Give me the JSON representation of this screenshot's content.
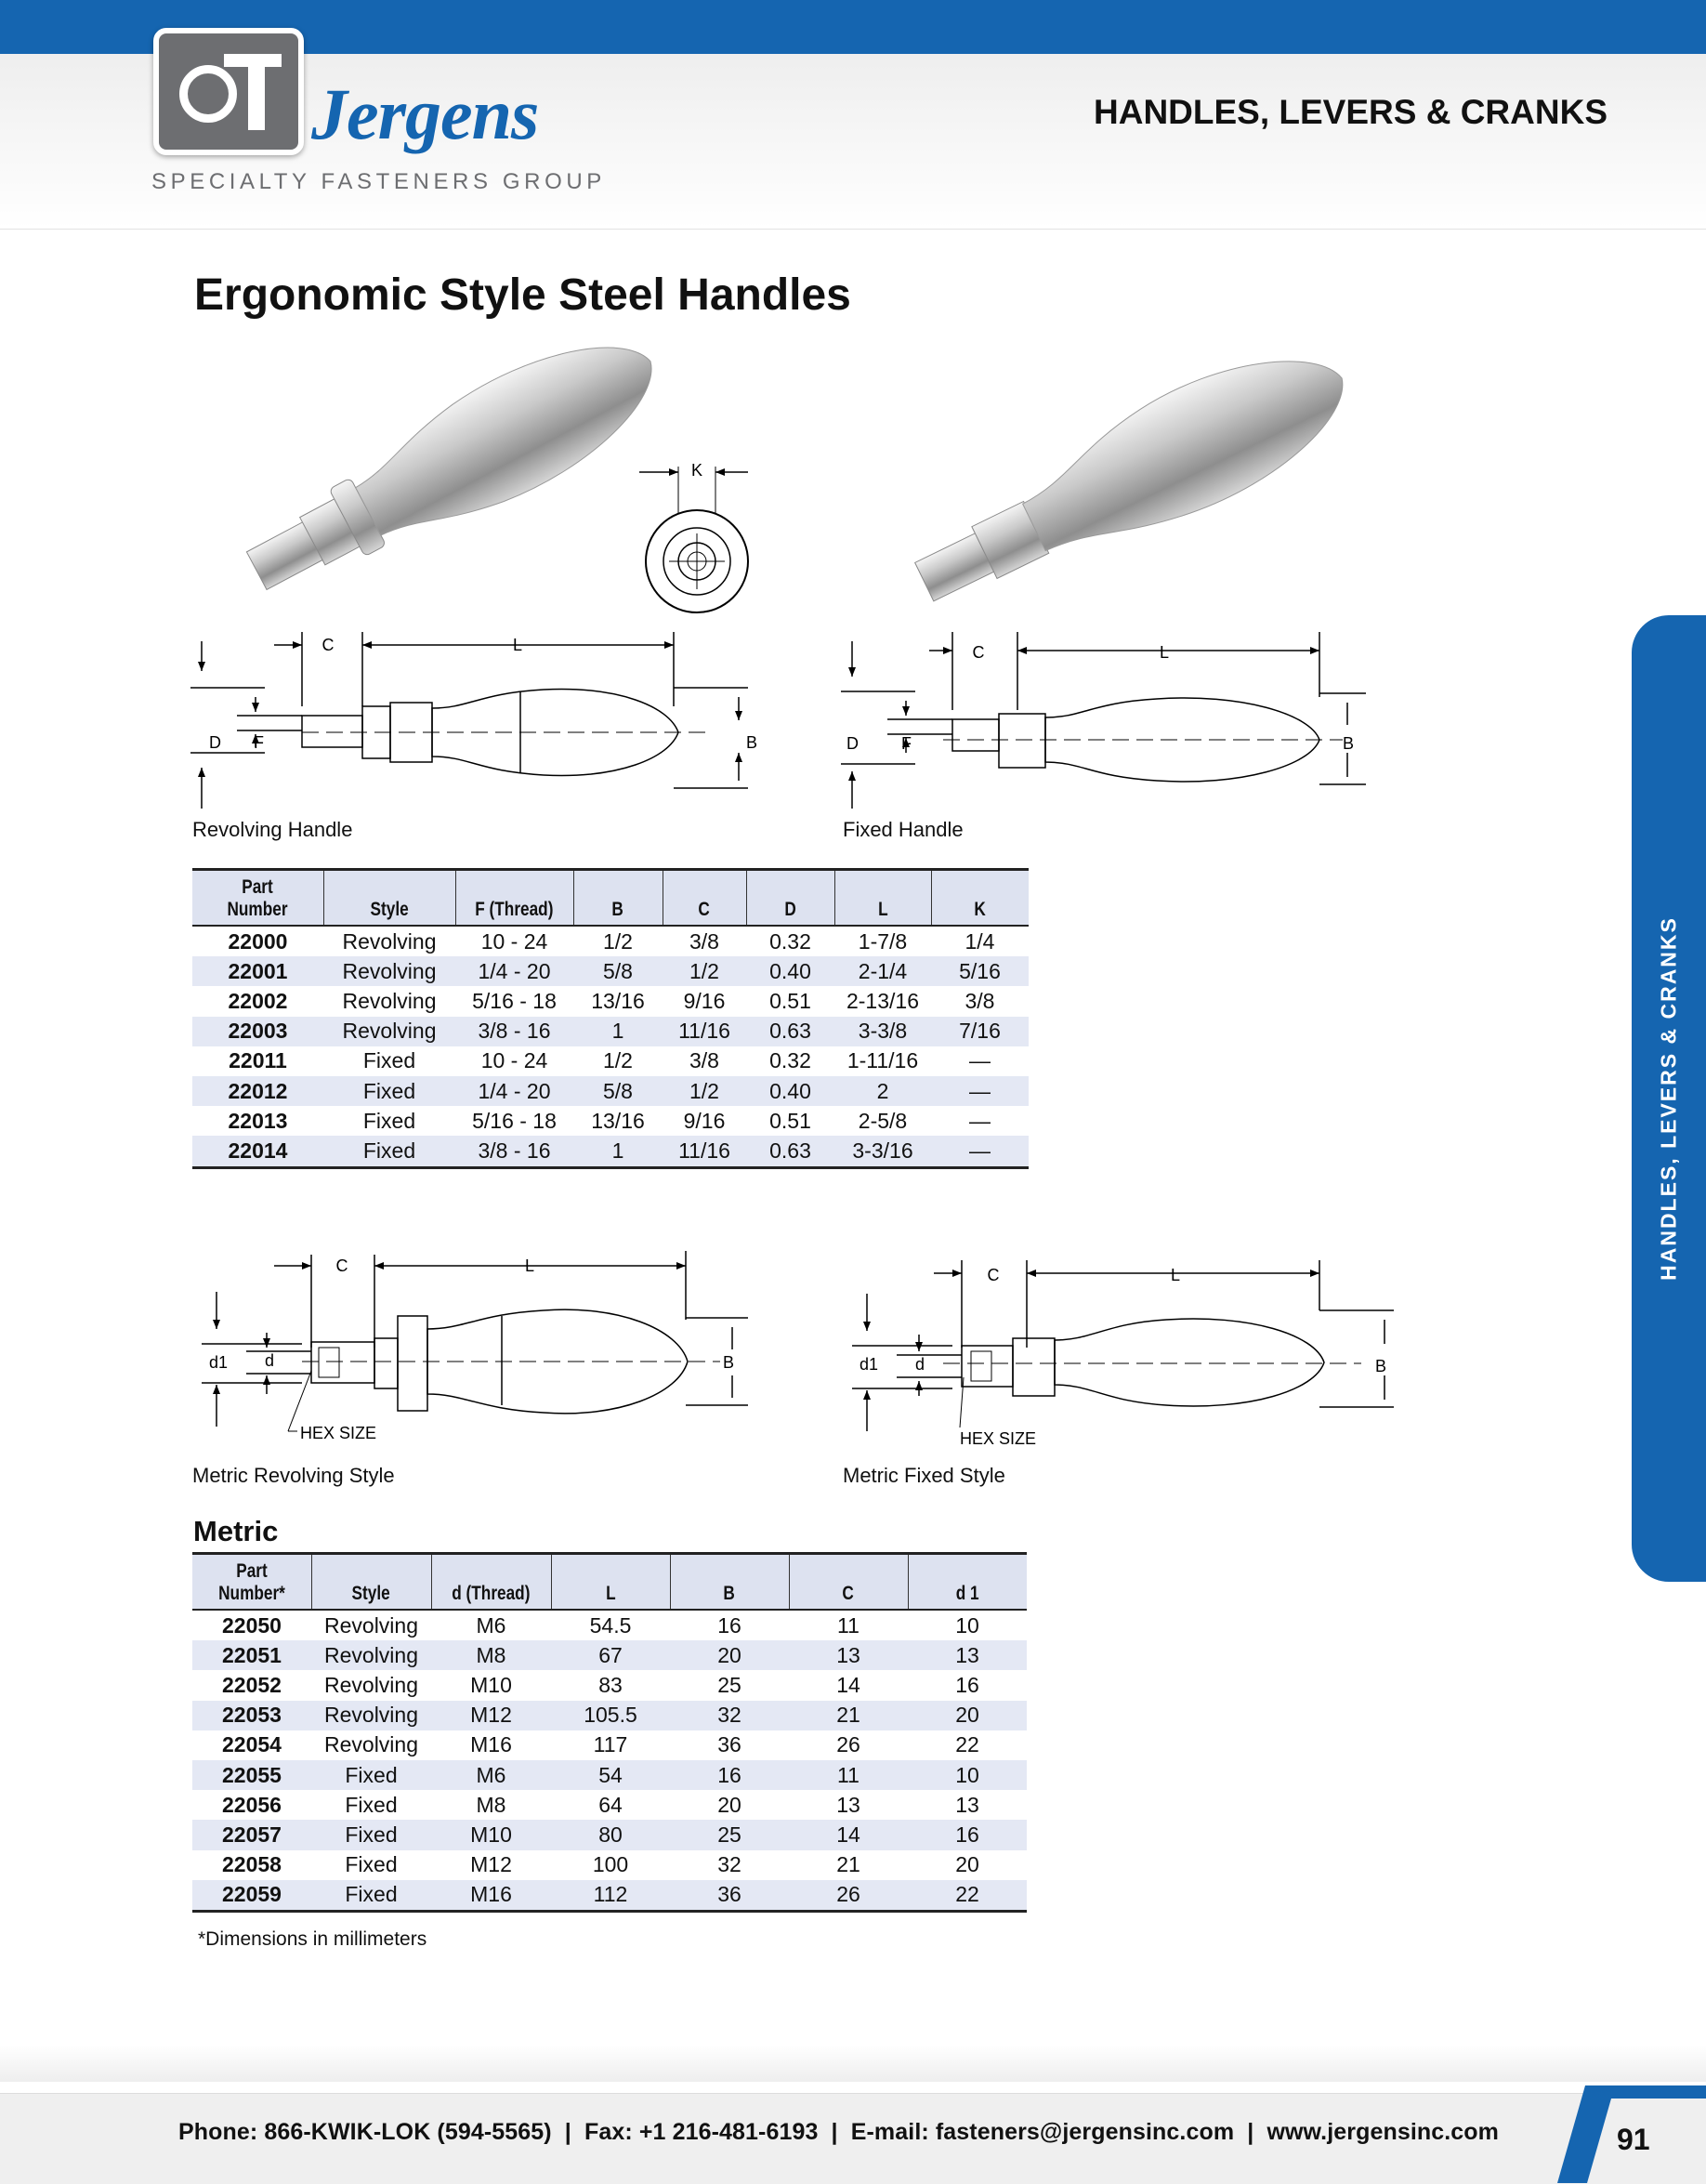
{
  "header": {
    "brand_name": "Jergens",
    "brand_sub": "SPECIALTY FASTENERS GROUP",
    "section_title": "HANDLES, LEVERS & CRANKS",
    "side_tab": "HANDLES, LEVERS & CRANKS"
  },
  "title": "Ergonomic Style Steel Handles",
  "diagrams": {
    "top_labels": {
      "K": "K",
      "C": "C",
      "L": "L",
      "D": "D",
      "F": "F",
      "B": "B"
    },
    "metric_labels": {
      "C": "C",
      "L": "L",
      "d1": "d1",
      "d": "d",
      "B": "B",
      "hex": "HEX SIZE"
    },
    "captions": {
      "revolving": "Revolving Handle",
      "fixed": "Fixed Handle",
      "metric_revolving": "Metric Revolving Style",
      "metric_fixed": "Metric Fixed Style"
    }
  },
  "inch_table": {
    "headers": [
      "Part Number",
      "Style",
      "F (Thread)",
      "B",
      "C",
      "D",
      "L",
      "K"
    ],
    "rows": [
      [
        "22000",
        "Revolving",
        "10 - 24",
        "1/2",
        "3/8",
        "0.32",
        "1-7/8",
        "1/4"
      ],
      [
        "22001",
        "Revolving",
        "1/4 - 20",
        "5/8",
        "1/2",
        "0.40",
        "2-1/4",
        "5/16"
      ],
      [
        "22002",
        "Revolving",
        "5/16 - 18",
        "13/16",
        "9/16",
        "0.51",
        "2-13/16",
        "3/8"
      ],
      [
        "22003",
        "Revolving",
        "3/8 - 16",
        "1",
        "11/16",
        "0.63",
        "3-3/8",
        "7/16"
      ],
      [
        "22011",
        "Fixed",
        "10 - 24",
        "1/2",
        "3/8",
        "0.32",
        "1-11/16",
        "—"
      ],
      [
        "22012",
        "Fixed",
        "1/4 - 20",
        "5/8",
        "1/2",
        "0.40",
        "2",
        "—"
      ],
      [
        "22013",
        "Fixed",
        "5/16 - 18",
        "13/16",
        "9/16",
        "0.51",
        "2-5/8",
        "—"
      ],
      [
        "22014",
        "Fixed",
        "3/8 - 16",
        "1",
        "11/16",
        "0.63",
        "3-3/16",
        "—"
      ]
    ]
  },
  "metric_heading": "Metric",
  "metric_table": {
    "headers": [
      "Part Number*",
      "Style",
      "d (Thread)",
      "L",
      "B",
      "C",
      "d 1"
    ],
    "rows": [
      [
        "22050",
        "Revolving",
        "M6",
        "54.5",
        "16",
        "11",
        "10"
      ],
      [
        "22051",
        "Revolving",
        "M8",
        "67",
        "20",
        "13",
        "13"
      ],
      [
        "22052",
        "Revolving",
        "M10",
        "83",
        "25",
        "14",
        "16"
      ],
      [
        "22053",
        "Revolving",
        "M12",
        "105.5",
        "32",
        "21",
        "20"
      ],
      [
        "22054",
        "Revolving",
        "M16",
        "117",
        "36",
        "26",
        "22"
      ],
      [
        "22055",
        "Fixed",
        "M6",
        "54",
        "16",
        "11",
        "10"
      ],
      [
        "22056",
        "Fixed",
        "M8",
        "64",
        "20",
        "13",
        "13"
      ],
      [
        "22057",
        "Fixed",
        "M10",
        "80",
        "25",
        "14",
        "16"
      ],
      [
        "22058",
        "Fixed",
        "M12",
        "100",
        "32",
        "21",
        "20"
      ],
      [
        "22059",
        "Fixed",
        "M16",
        "112",
        "36",
        "26",
        "22"
      ]
    ]
  },
  "footnote": "*Dimensions in millimeters",
  "footer": {
    "contact": "Phone: 866-KWIK-LOK (594-5565)  |  Fax: +1 216-481-6193  |  E-mail: fasteners@jergensinc.com  |  www.jergensinc.com",
    "page_number": "91"
  },
  "colors": {
    "brand_blue": "#1565b0",
    "header_fill": "#dde2f0",
    "stripe": "#e4e8f4"
  }
}
